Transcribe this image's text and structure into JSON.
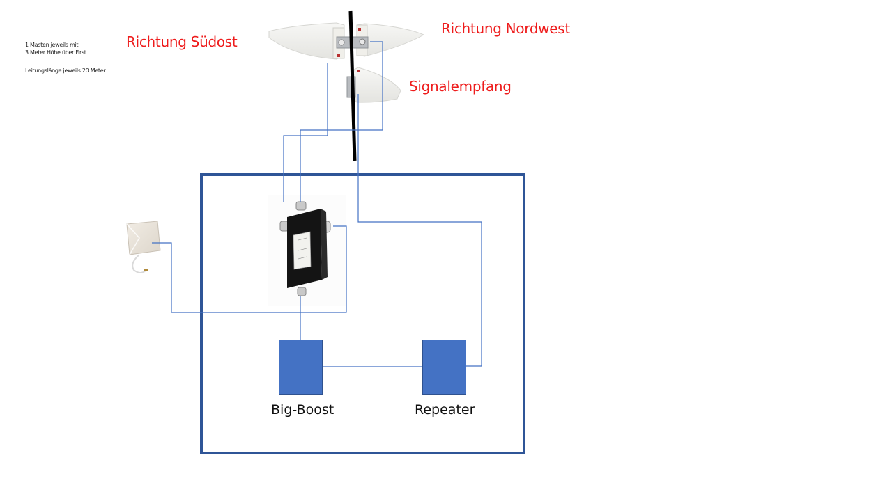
{
  "notes": {
    "line1": "1 Masten jeweils mit",
    "line2": "3 Meter Höhe über First",
    "line3": "Leitungslänge jeweils 20 Meter"
  },
  "antenna_labels": {
    "southeast": "Richtung Südost",
    "northwest": "Richtung Nordwest",
    "reception": "Signalempfang"
  },
  "devices": {
    "booster": "Big-Boost",
    "repeater": "Repeater"
  },
  "colors": {
    "label_red": "#ee1c1c",
    "cable_blue": "#4472c4",
    "room_border": "#2f5597",
    "device_fill": "#4472c4",
    "mast": "#000000"
  }
}
